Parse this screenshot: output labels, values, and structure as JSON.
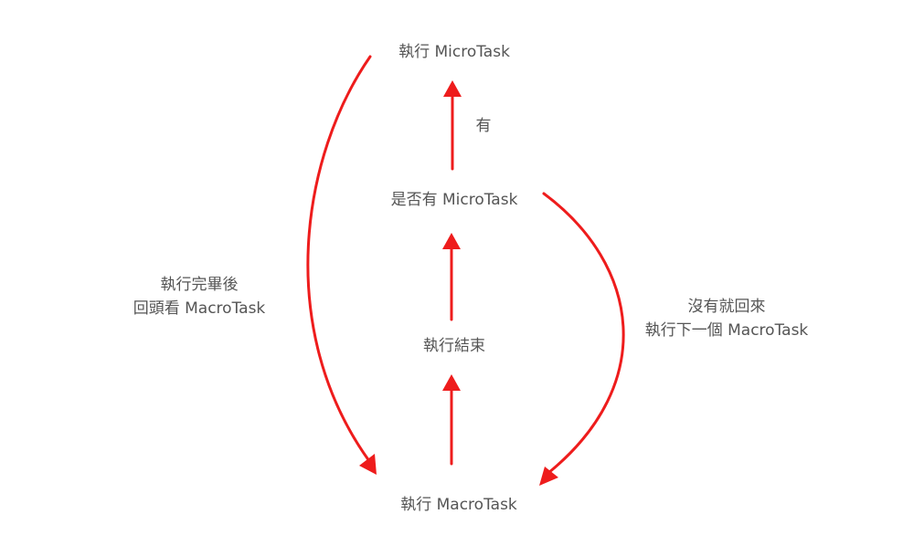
{
  "nodes": {
    "run_microtask": "執行 MicroTask",
    "has_microtask": "是否有 MicroTask",
    "execution_end": "執行結束",
    "run_macrotask": "執行 MacroTask"
  },
  "edge_labels": {
    "yes": "有",
    "left_line1": "執行完畢後",
    "left_line2": "回頭看 MacroTask",
    "right_line1": "沒有就回來",
    "right_line2": "執行下一個 MacroTask"
  },
  "colors": {
    "arrow": "#ee1c1c",
    "text": "#555555"
  }
}
